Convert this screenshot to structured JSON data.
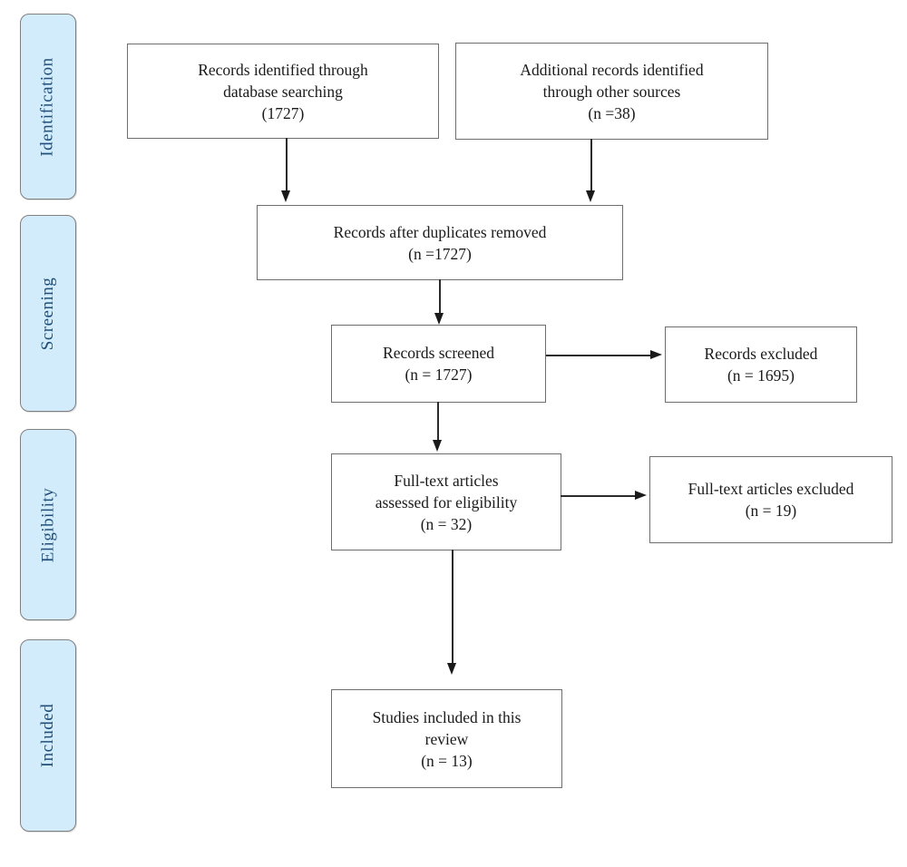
{
  "colors": {
    "background": "#ffffff",
    "stage_fill": "#d3ecfc",
    "stage_border": "#808080",
    "stage_text": "#1f4e79",
    "box_fill": "#ffffff",
    "box_border": "#6e6e6e",
    "box_text": "#1a1a1a",
    "arrow": "#1a1a1a"
  },
  "stages": [
    {
      "label": "Identification"
    },
    {
      "label": "Screening"
    },
    {
      "label": "Eligibility"
    },
    {
      "label": "Included"
    }
  ],
  "boxes": {
    "db_records": {
      "text": "Records identified through\ndatabase searching\n(1727)"
    },
    "other_records": {
      "text": "Additional records identified\nthrough other sources\n(n =38)"
    },
    "after_duplicates": {
      "text": "Records after duplicates removed\n(n =1727)"
    },
    "screened": {
      "text": "Records screened\n(n = 1727)"
    },
    "records_excluded": {
      "text": "Records excluded\n(n = 1695)"
    },
    "fulltext_assessed": {
      "text": "Full-text articles\nassessed for eligibility\n(n = 32)"
    },
    "fulltext_excluded": {
      "text": "Full-text articles excluded\n(n = 19)"
    },
    "included_studies": {
      "text": "Studies included in this\nreview\n(n = 13)"
    }
  }
}
